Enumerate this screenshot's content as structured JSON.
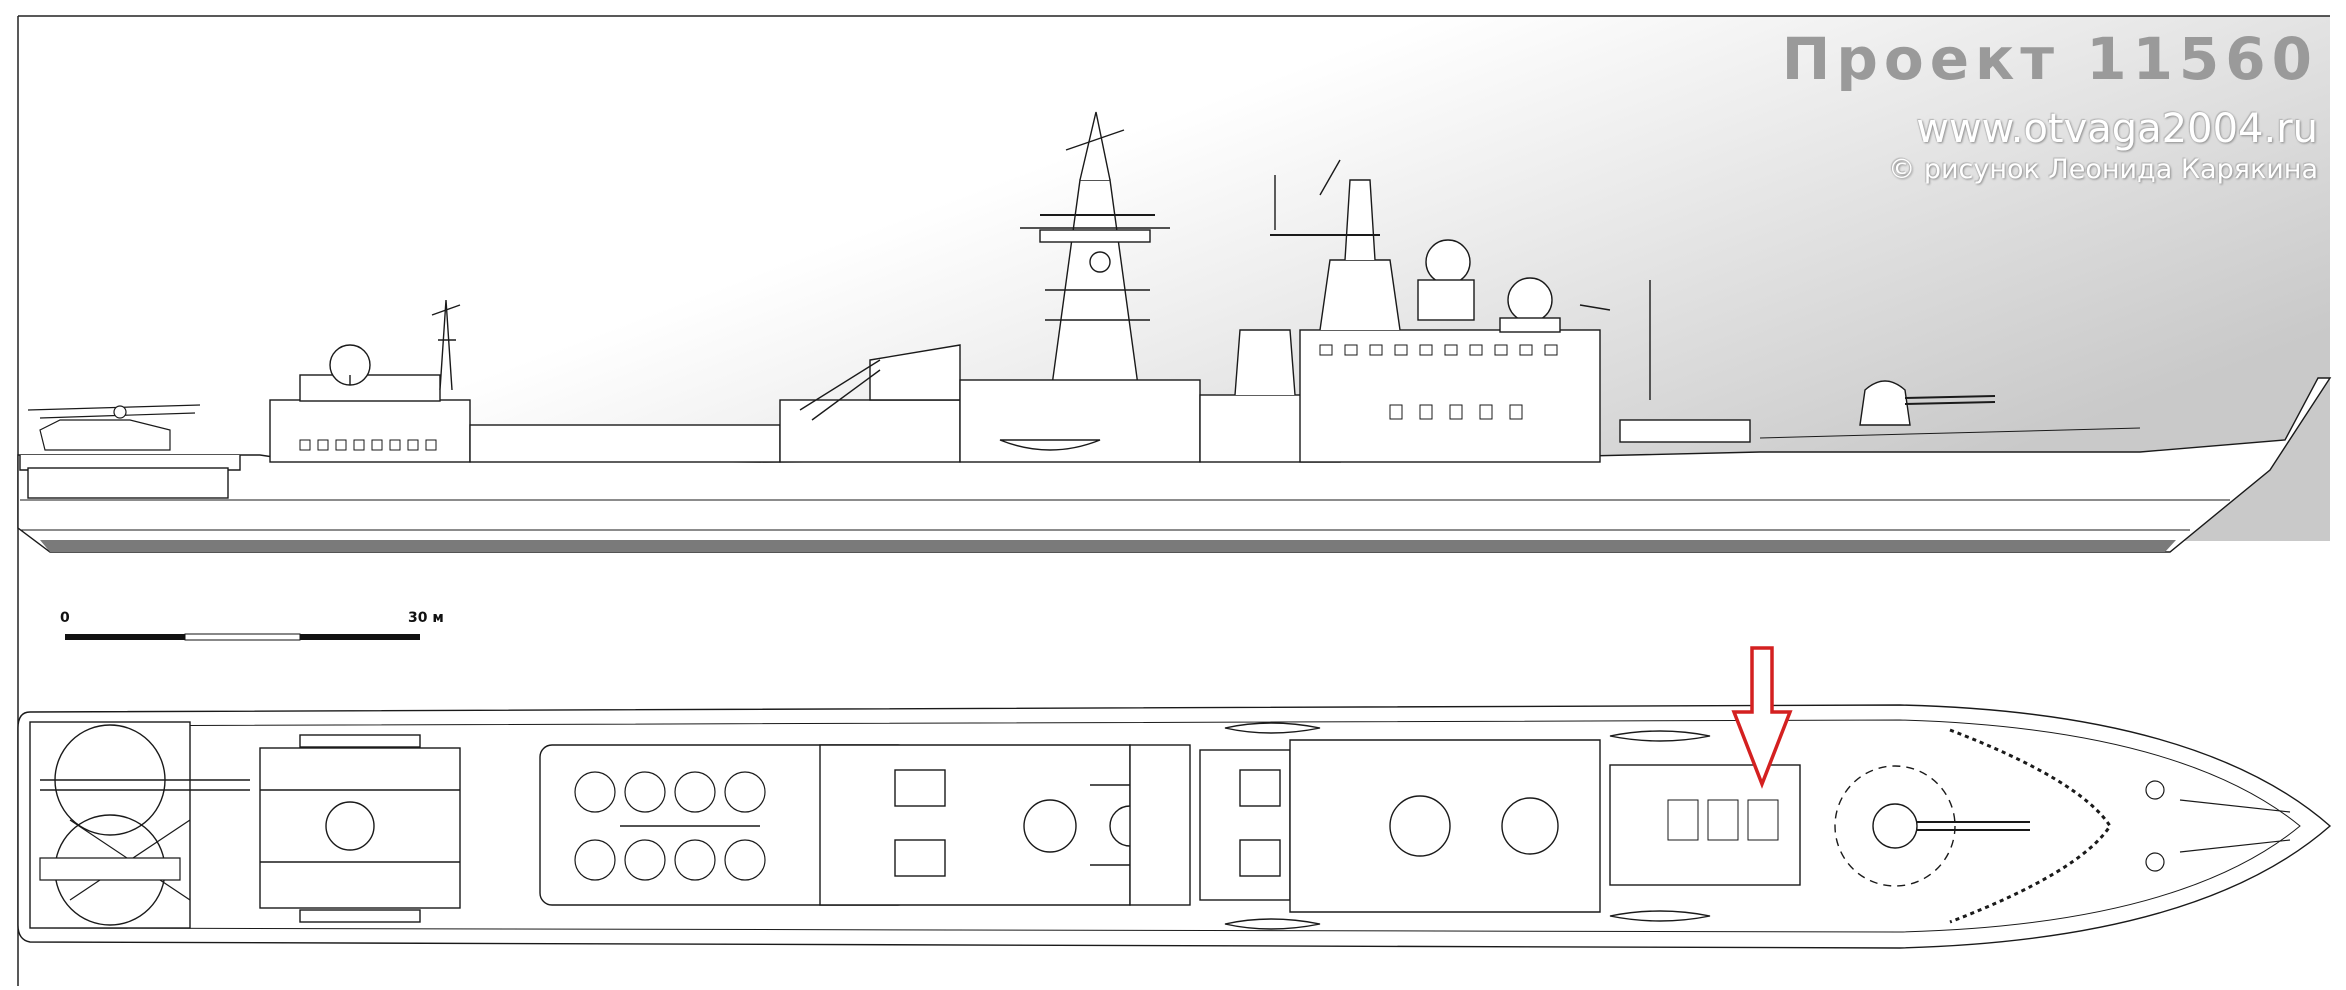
{
  "header": {
    "title": "Проект 11560",
    "website": "www.otvaga2004.ru",
    "credit": "© рисунок Леонида Карякина"
  },
  "scale": {
    "start_label": "0",
    "end_label": "30 м"
  },
  "views": {
    "side": "side-profile",
    "top": "plan-view"
  },
  "colors": {
    "line": "#1a1a1a",
    "hull_stripe": "#7a7a7a",
    "arrow": "#d42020",
    "title": "#9a9a9a"
  }
}
